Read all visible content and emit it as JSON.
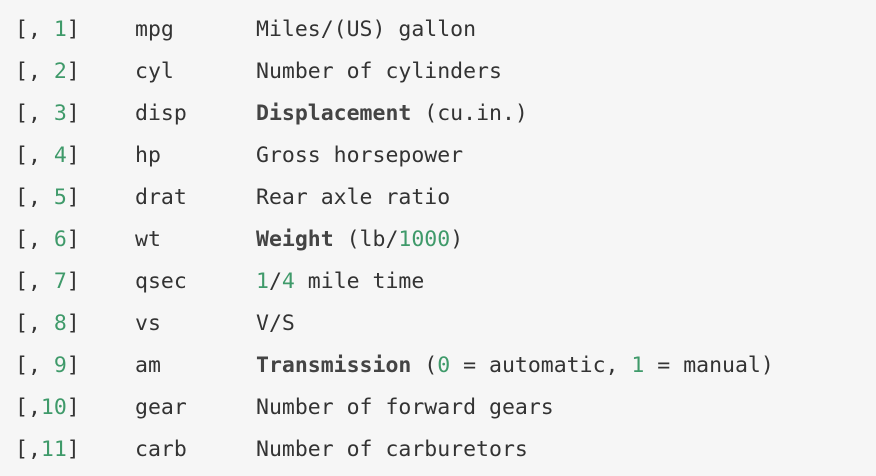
{
  "variables": [
    {
      "index": "1",
      "pad": " ",
      "name": "mpg",
      "desc": [
        {
          "t": "Miles/(US) gallon",
          "s": "plain"
        }
      ]
    },
    {
      "index": "2",
      "pad": " ",
      "name": "cyl",
      "desc": [
        {
          "t": "Number of cylinders",
          "s": "plain"
        }
      ]
    },
    {
      "index": "3",
      "pad": " ",
      "name": "disp",
      "desc": [
        {
          "t": "Displacement",
          "s": "bold"
        },
        {
          "t": " (cu.in.)",
          "s": "plain"
        }
      ]
    },
    {
      "index": "4",
      "pad": " ",
      "name": "hp",
      "desc": [
        {
          "t": "Gross horsepower",
          "s": "plain"
        }
      ]
    },
    {
      "index": "5",
      "pad": " ",
      "name": "drat",
      "desc": [
        {
          "t": "Rear axle ratio",
          "s": "plain"
        }
      ]
    },
    {
      "index": "6",
      "pad": " ",
      "name": "wt",
      "desc": [
        {
          "t": "Weight",
          "s": "bold"
        },
        {
          "t": " (lb/",
          "s": "plain"
        },
        {
          "t": "1000",
          "s": "num"
        },
        {
          "t": ")",
          "s": "plain"
        }
      ]
    },
    {
      "index": "7",
      "pad": " ",
      "name": "qsec",
      "desc": [
        {
          "t": "1",
          "s": "num"
        },
        {
          "t": "/",
          "s": "plain"
        },
        {
          "t": "4",
          "s": "num"
        },
        {
          "t": " mile time",
          "s": "plain"
        }
      ]
    },
    {
      "index": "8",
      "pad": " ",
      "name": "vs",
      "desc": [
        {
          "t": "V/S",
          "s": "plain"
        }
      ]
    },
    {
      "index": "9",
      "pad": " ",
      "name": "am",
      "desc": [
        {
          "t": "Transmission",
          "s": "bold"
        },
        {
          "t": " (",
          "s": "plain"
        },
        {
          "t": "0",
          "s": "num"
        },
        {
          "t": " = automatic, ",
          "s": "plain"
        },
        {
          "t": "1",
          "s": "num"
        },
        {
          "t": " = manual)",
          "s": "plain"
        }
      ]
    },
    {
      "index": "10",
      "pad": "",
      "name": "gear",
      "desc": [
        {
          "t": "Number of forward gears",
          "s": "plain"
        }
      ]
    },
    {
      "index": "11",
      "pad": "",
      "name": "carb",
      "desc": [
        {
          "t": "Number of carburetors",
          "s": "plain"
        }
      ]
    }
  ]
}
